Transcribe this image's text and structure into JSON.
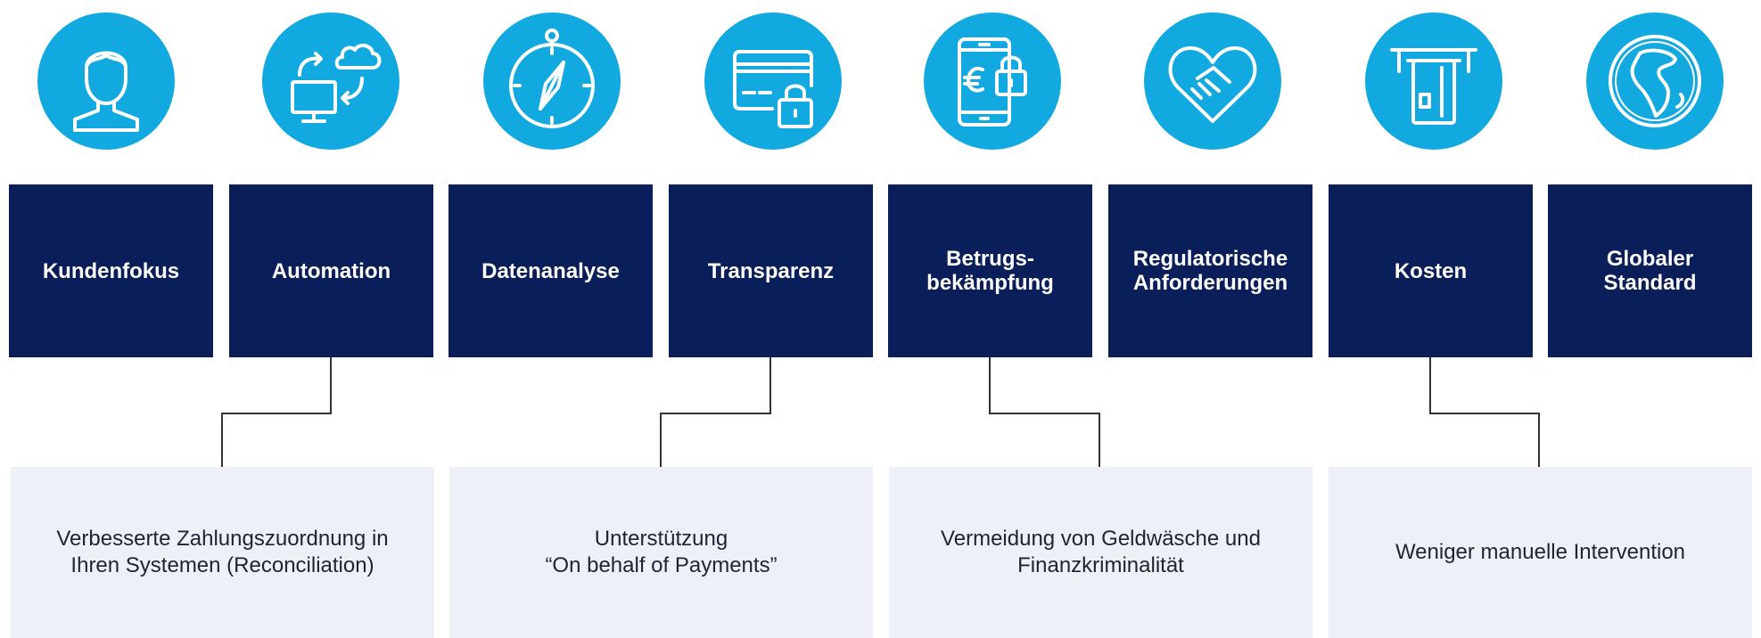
{
  "colors": {
    "icon_circle": "#12a9e0",
    "category_box": "#0a1f5a",
    "result_box": "#edf0f6",
    "connector": "#333333",
    "text_dark": "#1d2433"
  },
  "categories": [
    {
      "label": "Kundenfokus",
      "icon": "person-icon"
    },
    {
      "label": "Automation",
      "icon": "computer-cloud-sync-icon"
    },
    {
      "label": "Datenanalyse",
      "icon": "compass-icon"
    },
    {
      "label": "Transparenz",
      "icon": "credit-card-lock-icon"
    },
    {
      "label": "Betrugs-\nbekämpfung",
      "icon": "phone-euro-lock-icon"
    },
    {
      "label": "Regulatorische\nAnforderungen",
      "icon": "handshake-heart-icon"
    },
    {
      "label": "Kosten",
      "icon": "atm-card-icon"
    },
    {
      "label": "Globaler\nStandard",
      "icon": "globe-icon"
    }
  ],
  "results": [
    {
      "text": "Verbesserte Zahlungszuordnung in\nIhren Systemen (Reconciliation)",
      "from_category": 1
    },
    {
      "text": "Unterstützung\n“On behalf of Payments”",
      "from_category": 3
    },
    {
      "text": "Vermeidung von Geldwäsche und\nFinanzkriminalität",
      "from_category": 4
    },
    {
      "text": "Weniger manuelle Intervention",
      "from_category": 6
    }
  ]
}
